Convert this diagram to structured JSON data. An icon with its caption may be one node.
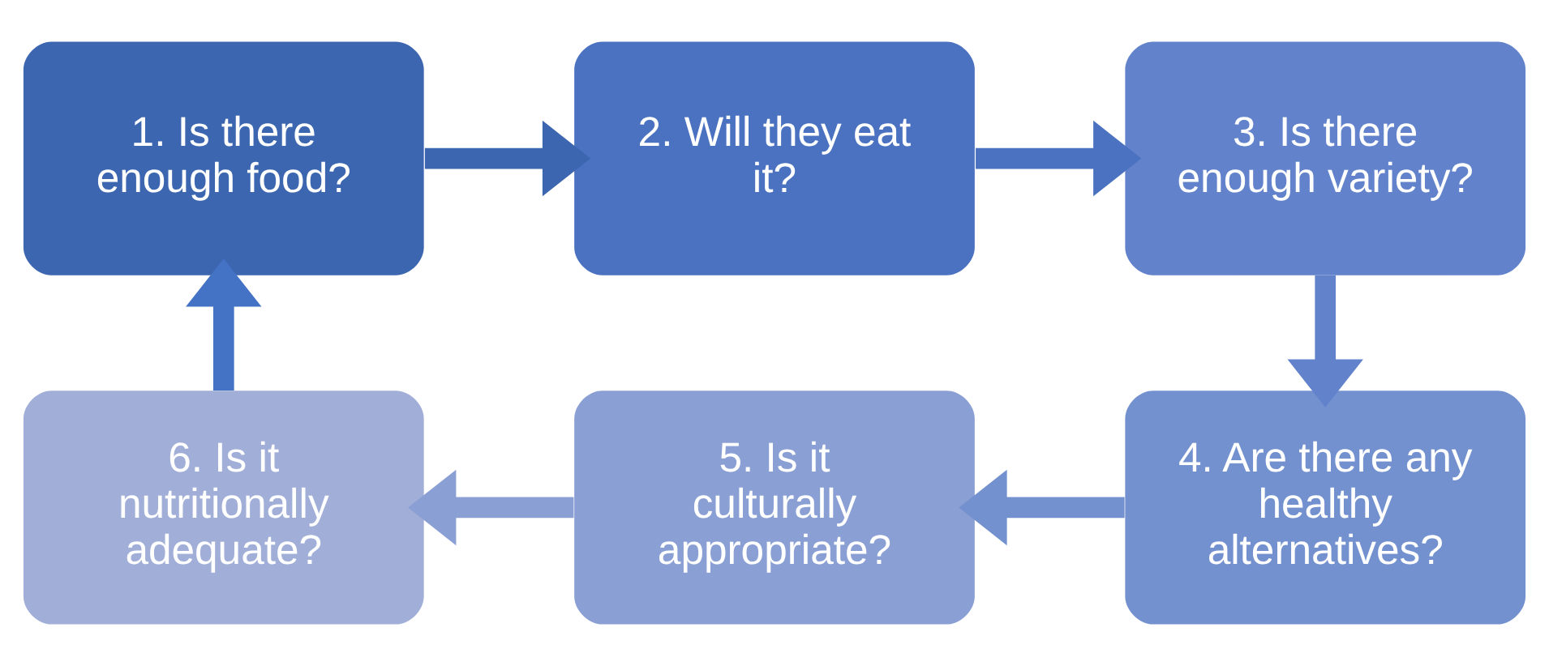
{
  "diagram": {
    "nodes": [
      {
        "text": [
          "1. Is there enough food?"
        ]
      },
      {
        "text": [
          "2. Will they eat it?"
        ]
      },
      {
        "text": [
          "3. Is there enough variety?"
        ]
      },
      {
        "text": [
          "4. Are there any healthy alternatives?"
        ]
      },
      {
        "text": [
          "5. Is it culturally appropriate?"
        ]
      },
      {
        "text": [
          "6. Is it nutritionally adequate?"
        ]
      }
    ],
    "edges": [
      {
        "from": 0,
        "to": 1,
        "arrow": "to"
      },
      {
        "from": 1,
        "to": 2,
        "arrow": "to"
      },
      {
        "from": 2,
        "to": 3,
        "arrow": "to"
      },
      {
        "from": 3,
        "to": 4,
        "arrow": "to"
      },
      {
        "from": 4,
        "to": 5,
        "arrow": "to"
      },
      {
        "from": 5,
        "to": 0,
        "arrow": "to",
        "color": "#4472c4"
      }
    ]
  }
}
